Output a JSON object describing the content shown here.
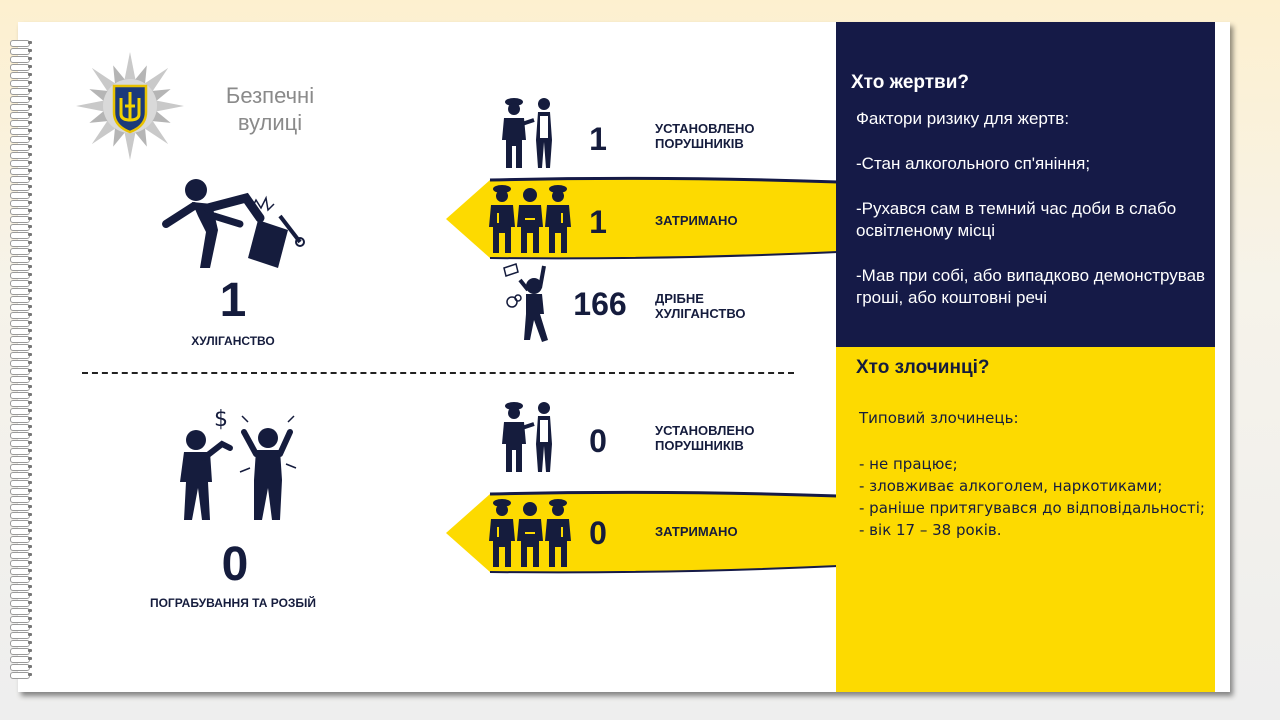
{
  "brand": {
    "line1": "Безпечні",
    "line2": "вулиці"
  },
  "colors": {
    "navy": "#151a47",
    "yellow": "#fdda00",
    "dark": "#151c3d"
  },
  "hooliganism": {
    "count": "1",
    "caption": "ХУЛІГАНСТВО",
    "stats": [
      {
        "value": "1",
        "label_line1": "УСТАНОВЛЕНО",
        "label_line2": "ПОРУШНИКІВ",
        "icon": "police-identify-icon"
      },
      {
        "value": "1",
        "label_line1": "ЗАТРИМАНО",
        "icon": "police-arrest-icon"
      },
      {
        "value": "166",
        "label_line1": "ДРІБНЕ",
        "label_line2": "ХУЛІГАНСТВО",
        "icon": "drunk-person-icon"
      }
    ]
  },
  "robbery": {
    "count": "0",
    "caption": "ПОГРАБУВАННЯ ТА РОЗБІЙ",
    "stats": [
      {
        "value": "0",
        "label_line1": "УСТАНОВЛЕНО",
        "label_line2": "ПОРУШНИКІВ",
        "icon": "police-identify-icon"
      },
      {
        "value": "0",
        "label_line1": "ЗАТРИМАНО",
        "icon": "police-arrest-icon"
      }
    ]
  },
  "victims": {
    "title": "Хто жертви?",
    "intro": "Фактори ризику для жертв:",
    "items": [
      "-Стан алкогольного сп'яніння;",
      "-Рухався сам в темний час доби в слабо освітленому місці",
      "-Мав при собі, або випадково демонстрував гроші, або коштовні речі"
    ]
  },
  "offenders": {
    "title": "Хто злочинці?",
    "intro": "Типовий злочинець:",
    "items": [
      "- не працює;",
      "- зловживає алкоголем, наркотиками;",
      "- раніше притягувався до відповідальності;",
      "- вік 17 – 38 років."
    ]
  }
}
